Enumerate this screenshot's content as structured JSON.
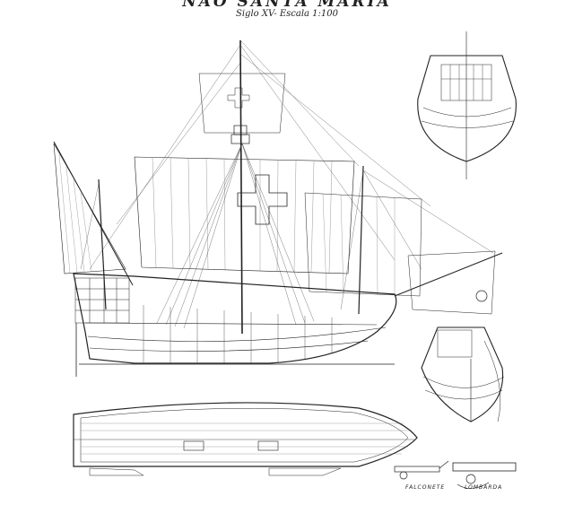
{
  "drawing": {
    "title": "NAO SANTA MARIA",
    "subtitle": "Siglo XV- Escala 1:100",
    "labels": {
      "falconete": "FALCONETE",
      "lombarda": "LOMBARDA"
    }
  }
}
